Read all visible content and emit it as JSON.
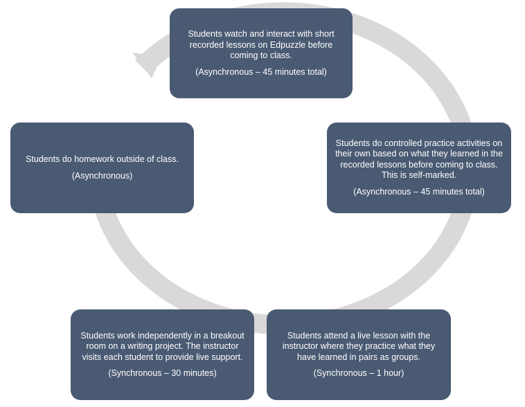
{
  "colors": {
    "box_fill": "#4a5a73",
    "box_text": "#ffffff",
    "ring": "#d9d9d9"
  },
  "steps": [
    {
      "text": "Students watch and interact with short recorded lessons on Edpuzzle before coming to class.",
      "note": "(Asynchronous – 45 minutes total)"
    },
    {
      "text": "Students do controlled practice activities on their own based on what they learned in the recorded lessons before coming to class. This is self-marked.",
      "note": "(Asynchronous – 45 minutes total)"
    },
    {
      "text": "Students attend a live lesson with the instructor where they practice what they have learned in pairs as groups.",
      "note": "(Synchronous – 1 hour)"
    },
    {
      "text": "Students work independently in a breakout room on a writing project. The instructor visits each student to provide live support.",
      "note": "(Synchronous – 30 minutes)"
    },
    {
      "text": "Students do homework outside of class.",
      "note": "(Asynchronous)"
    }
  ]
}
